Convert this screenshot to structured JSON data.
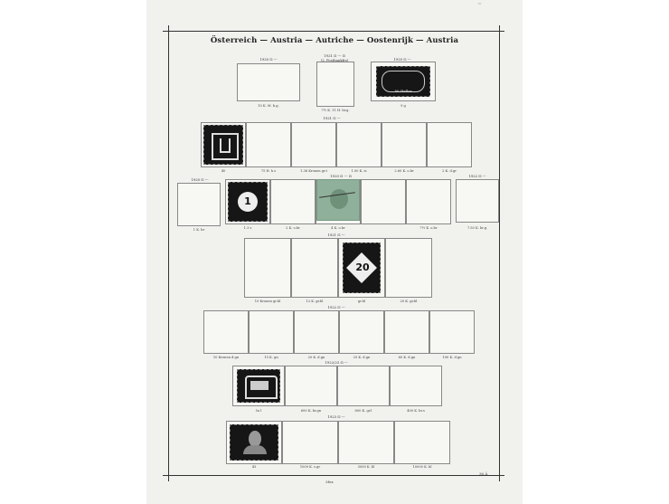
{
  "page": {
    "title": "Österreich — Austria — Autriche — Oostenrijk — Austria",
    "footer_left": "",
    "footer_center": "3fex",
    "footer_right": "36 Ä"
  },
  "rows": [
    {
      "year_labels": [
        "1920 ⊡ ---",
        "1921 ⊡ --- ⊡\n(2. Postbankfrs)",
        "1920 ⊡ ---"
      ],
      "captions": [
        "10 K. M. b.g.",
        "7½ K. 11 H. br.g.",
        "9 g"
      ]
    },
    {
      "year_label": "1921 ⊡ ---",
      "captions": [
        "40",
        "75 H. h.s",
        "1.36 Kronen gr.t",
        "1.00 K. si",
        "2.60 K. o.br",
        "2 K. d.gr"
      ]
    },
    {
      "year_labels": [
        "1920 ⊡ ---",
        "1920 ⊡ --- ⊡",
        "1922 ⊡ ---"
      ],
      "captions": [
        "1 K. br",
        "1.3 s",
        "2 K. o.br",
        "4 K. o.br",
        "7½ K. o.br",
        "7.50 K. br.g."
      ]
    },
    {
      "year_label": "1921 ⊡ ---",
      "captions": [
        "10 Kronen gr.bl",
        "12 K. gr.bl",
        "gr.bl",
        "20 K. gr.bl"
      ]
    },
    {
      "year_label": "1922 ⊡ ---",
      "captions": [
        "10 Kronen d.gn",
        "15 K. gn",
        "20 K. d.gn",
        "25 K. d.gn",
        "60 K. d.gn",
        "100 K. d.gn"
      ]
    },
    {
      "year_label": "1922/23 ⊡ ---",
      "captions": [
        "5a l",
        "600 K. br.gn",
        "800 K. gr.l",
        "400 K. br.s"
      ]
    },
    {
      "year_label": "1923 ⊡ ---",
      "captions": [
        "43",
        "1000 K. s.gr",
        "3000 K. bl",
        "10000 K. bl"
      ]
    }
  ],
  "stamps": {
    "row1": {
      "text": "50 Heller",
      "icon": "ornate-stamp"
    },
    "row2": {
      "icon": "ornate-stamp"
    },
    "row3_numeral": "1",
    "row4_numeral": "20",
    "row3_used": {
      "icon": "green-used-stamp",
      "color": "#8fb09a"
    }
  }
}
